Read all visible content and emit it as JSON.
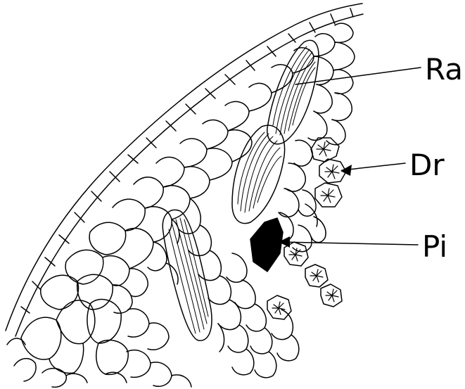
{
  "labels": {
    "ra": "Ra",
    "dr": "Dr",
    "pi": "Pi"
  },
  "colors": {
    "ink": "#000000",
    "paper": "#ffffff"
  }
}
